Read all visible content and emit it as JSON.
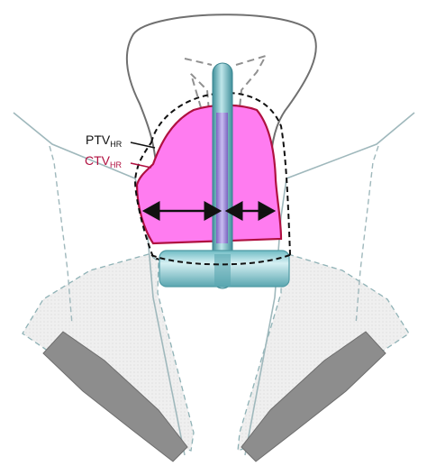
{
  "labels": {
    "ptv": {
      "main": "PTV",
      "sub": "HR"
    },
    "ctv": {
      "main": "CTV",
      "sub": "HR"
    }
  },
  "colors": {
    "ctv_fill": "#ff7cf0",
    "ctv_outline": "#b01040",
    "ptv_outline": "#111111",
    "applicator": "#5fb3bd",
    "tandem_tube": "#9a7ed6",
    "uterus_outline": "#707070",
    "pelvic_wall_outline": "#9fb8bc",
    "pelvic_floor_fill": "#eeeeee",
    "pelvic_floor_outline": "#8fb2b6",
    "bone_fill": "#8d8d8d",
    "arrow": "#111111"
  },
  "icons": {
    "tandem": "tandem-applicator-icon",
    "ring": "ring-applicator-icon"
  }
}
